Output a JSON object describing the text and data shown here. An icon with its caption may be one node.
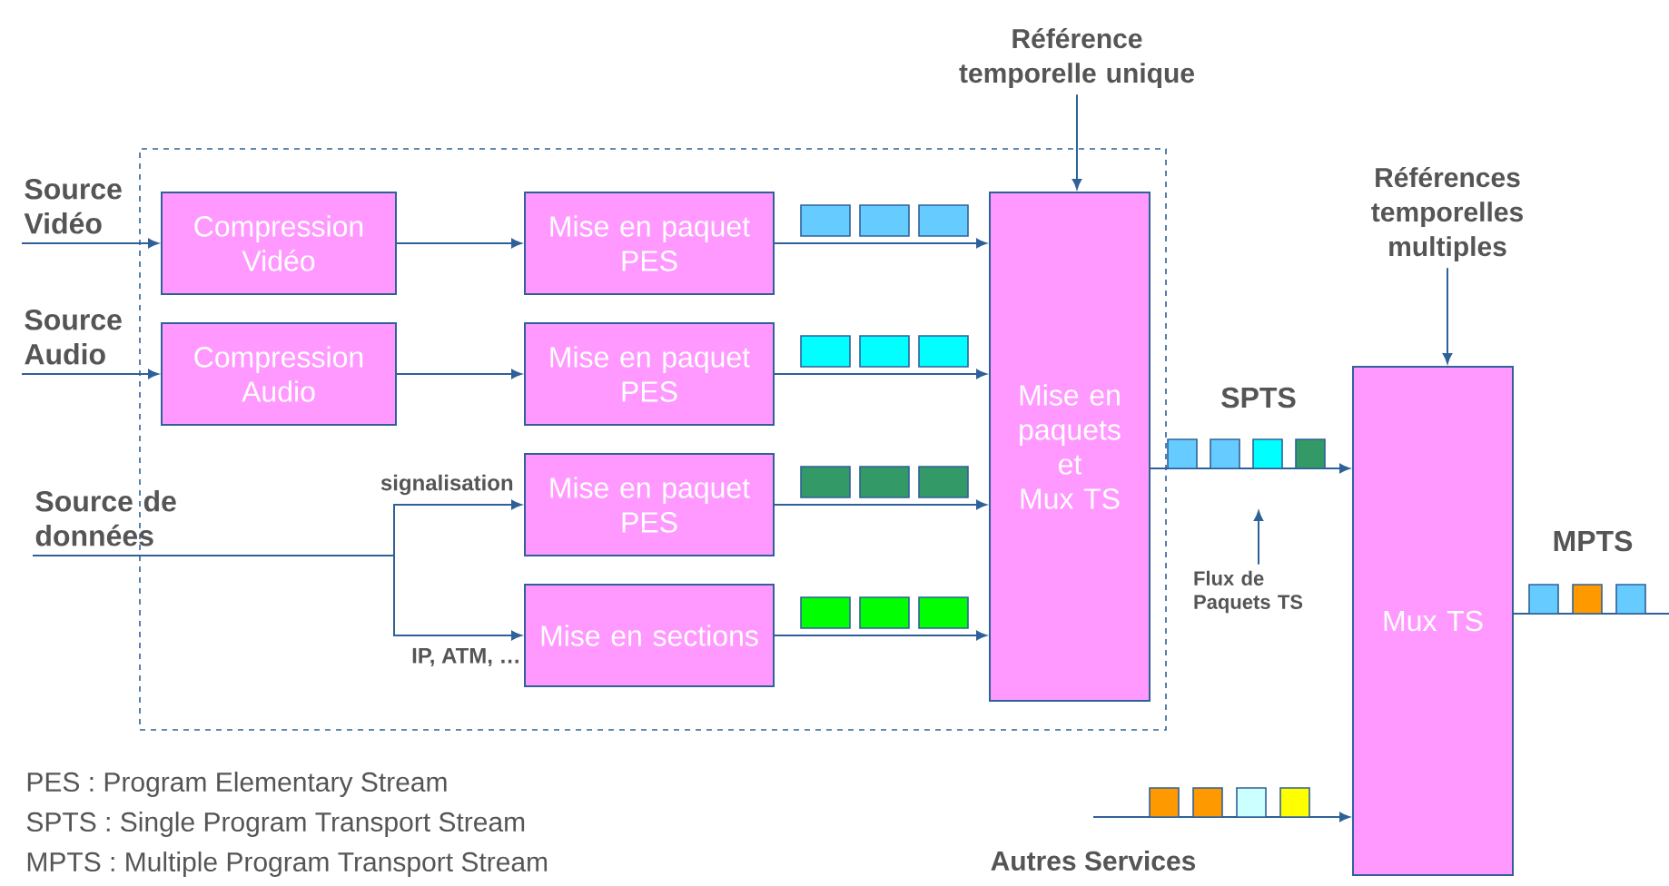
{
  "diagram": {
    "nodes": [
      {
        "text": [],
        "shape": "box"
      },
      {
        "text": [
          "Source Vidéo"
        ]
      },
      {
        "text": [
          "Compression Vidéo"
        ],
        "in": 0
      },
      {
        "text": [
          "Mise en paquet PES"
        ],
        "in": 0
      },
      {
        "text": [
          "Source Audio"
        ]
      },
      {
        "text": [
          "Compression Audio"
        ],
        "in": 0
      },
      {
        "text": [
          "Mise en paquet PES"
        ],
        "in": 0
      },
      {
        "text": [
          "Source de données"
        ]
      },
      {
        "text": [
          "Mise en paquet PES"
        ],
        "in": 0
      },
      {
        "text": [
          "Mise en sections"
        ],
        "in": 0
      },
      {
        "text": [
          "Mise en paquets et Mux TS"
        ],
        "in": 0
      },
      {
        "text": [
          "Référence temporelle unique"
        ]
      },
      {
        "text": [
          "Références temporelles multiples"
        ]
      },
      {
        "text": [
          "Mux TS"
        ]
      },
      {
        "text": [
          "Autres Services"
        ]
      },
      {
        "text": [
          "Flux de Paquets TS"
        ]
      }
    ],
    "edges": [
      {
        "from": 1,
        "to": 2,
        "arrow": "to"
      },
      {
        "from": 2,
        "to": 3,
        "arrow": "to"
      },
      {
        "from": 4,
        "to": 5,
        "arrow": "to"
      },
      {
        "from": 5,
        "to": 6,
        "arrow": "to"
      },
      {
        "from": 7,
        "to": 8,
        "arrow": "to",
        "label": "signalisation"
      },
      {
        "from": 7,
        "to": 9,
        "arrow": "to",
        "label": "IP, ATM, …"
      },
      {
        "from": 3,
        "to": 10,
        "arrow": "to"
      },
      {
        "from": 6,
        "to": 10,
        "arrow": "to"
      },
      {
        "from": 8,
        "to": 10,
        "arrow": "to"
      },
      {
        "from": 9,
        "to": 10,
        "arrow": "to"
      },
      {
        "from": 11,
        "to": 10,
        "arrow": "to"
      },
      {
        "from": 12,
        "to": 13,
        "arrow": "to"
      },
      {
        "from": 10,
        "to": 13,
        "arrow": "to",
        "label": "SPTS"
      },
      {
        "from": 14,
        "to": 13,
        "arrow": "to"
      },
      {
        "from": 13,
        "to": null,
        "arrow": "none",
        "label": "MPTS"
      },
      {
        "from": 15,
        "to": null,
        "arrow": "to"
      }
    ],
    "labels": [
      "PES : Program Elementary Stream",
      "SPTS : Single Program Transport Stream",
      "MPTS : Multiple Program Transport Stream"
    ]
  }
}
